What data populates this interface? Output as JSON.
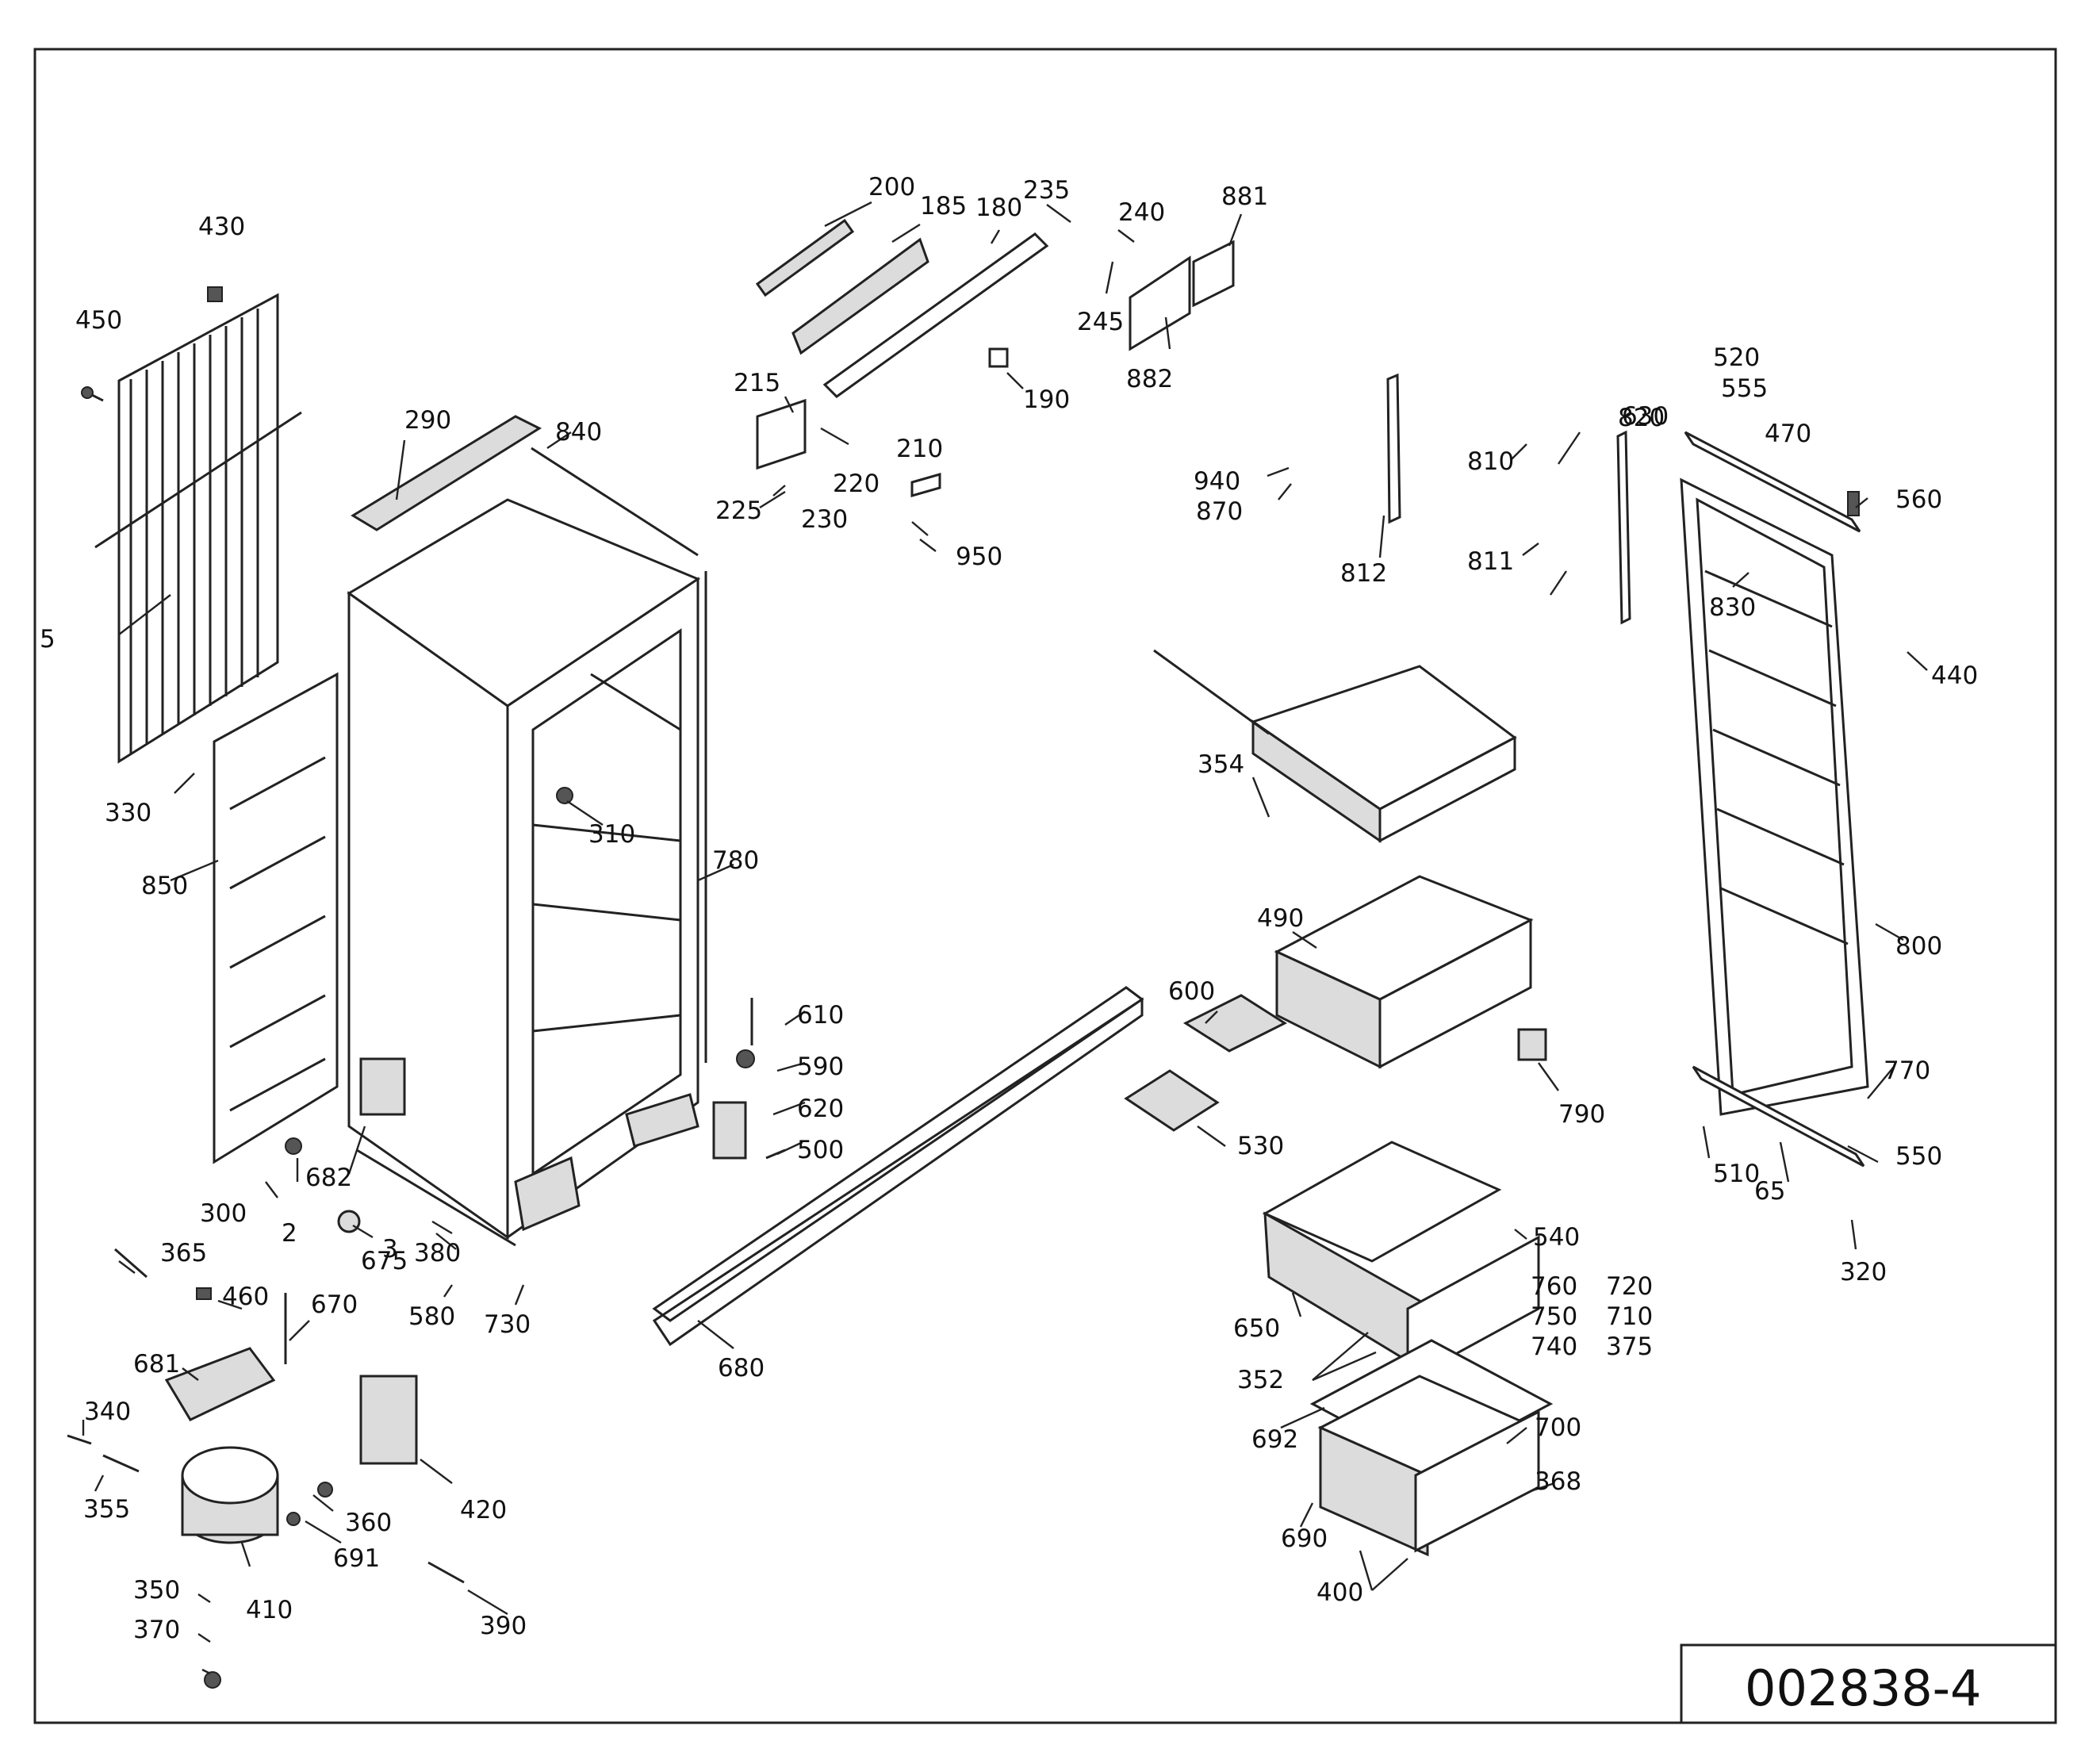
{
  "diagram": {
    "reference_number": "002838-4",
    "part_labels": [
      "200",
      "185",
      "180",
      "235",
      "240",
      "881",
      "430",
      "450",
      "245",
      "882",
      "190",
      "215",
      "210",
      "290",
      "840",
      "225",
      "220",
      "230",
      "950",
      "940",
      "870",
      "812",
      "810",
      "820",
      "811",
      "630",
      "520",
      "555",
      "470",
      "560",
      "830",
      "440",
      "5",
      "354",
      "330",
      "310",
      "850",
      "780",
      "490",
      "800",
      "600",
      "610",
      "590",
      "620",
      "500",
      "770",
      "790",
      "530",
      "510",
      "550",
      "65",
      "682",
      "540",
      "320",
      "300",
      "2",
      "3",
      "675",
      "380",
      "365",
      "460",
      "670",
      "580",
      "730",
      "760",
      "720",
      "750",
      "710",
      "740",
      "375",
      "681",
      "650",
      "680",
      "352",
      "340",
      "692",
      "700",
      "368",
      "360",
      "420",
      "355",
      "691",
      "690",
      "400",
      "350",
      "410",
      "370",
      "390"
    ]
  }
}
